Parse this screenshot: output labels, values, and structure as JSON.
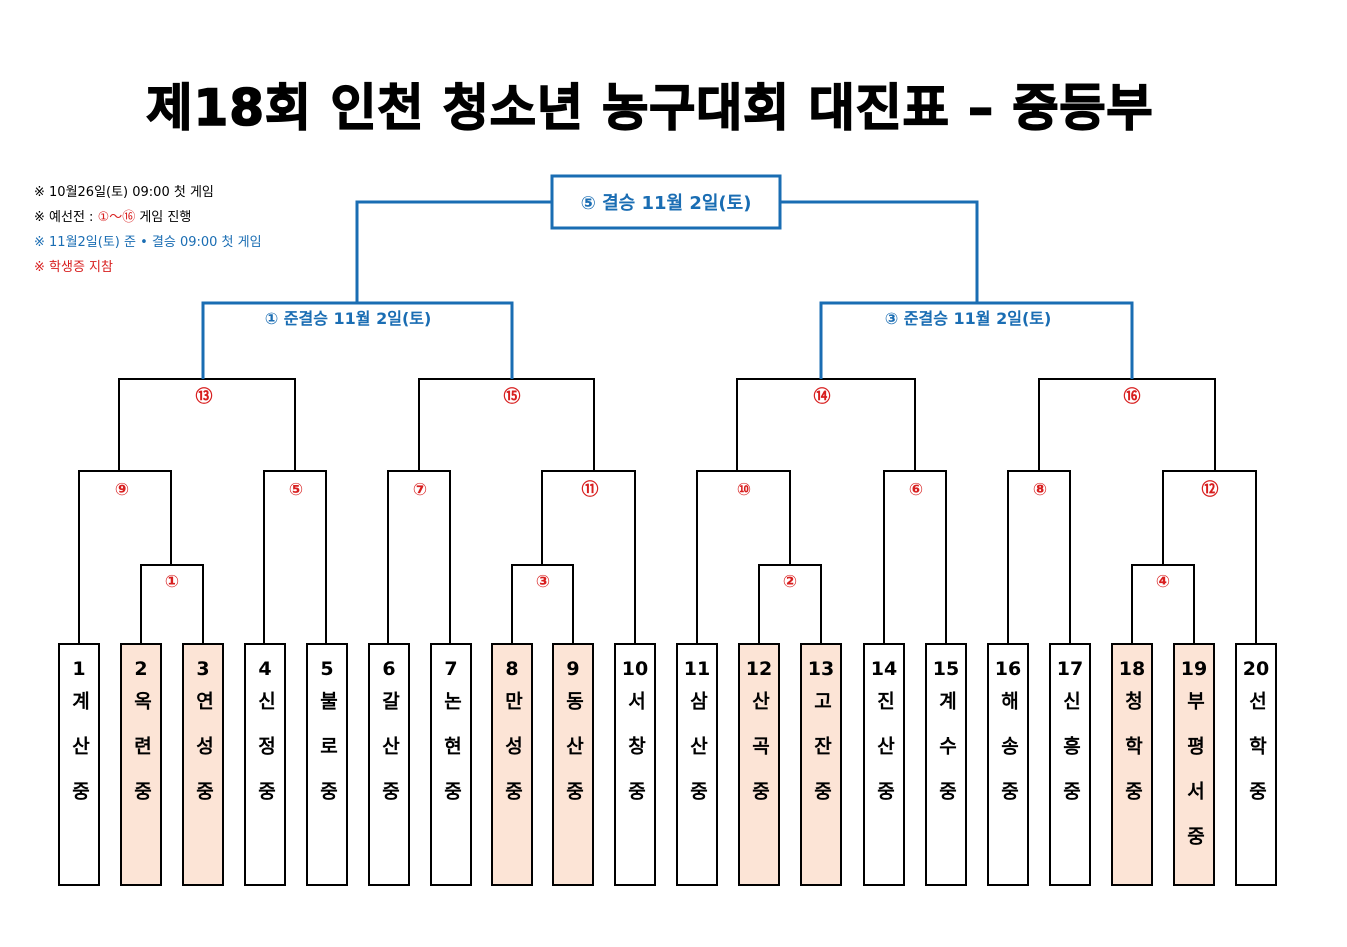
{
  "title": "제18회 인천 청소년 농구대회 대진표 – 중등부",
  "notes": [
    {
      "text": "※ 10월26일(토) 09:00 첫 게임",
      "color": "#000000"
    },
    {
      "text_before": "※ 예선전 : ",
      "text_red": "①～⑯",
      "text_after": " 게임 진행",
      "color": "#000000"
    },
    {
      "text": "※ 11월2일(토) 준 • 결승 09:00 첫 게임",
      "color": "#1a6db3"
    },
    {
      "text": "※ 학생증 지참",
      "color": "#d81f1f"
    }
  ],
  "final_label": "⑤ 결승  11월 2일(토)",
  "semifinal_left_label": "① 준결승 11월 2일(토)",
  "semifinal_right_label": "③ 준결승 11월 2일(토)",
  "games": {
    "g1": "①",
    "g2": "②",
    "g3": "③",
    "g4": "④",
    "g5": "⑤",
    "g6": "⑥",
    "g7": "⑦",
    "g8": "⑧",
    "g9": "⑨",
    "g10": "⑩",
    "g11": "⑪",
    "g12": "⑫",
    "g13": "⑬",
    "g14": "⑭",
    "g15": "⑮",
    "g16": "⑯"
  },
  "teams": [
    {
      "num": "1",
      "name": "계산중",
      "highlight": false
    },
    {
      "num": "2",
      "name": "옥련중",
      "highlight": true
    },
    {
      "num": "3",
      "name": "연성중",
      "highlight": true
    },
    {
      "num": "4",
      "name": "신정중",
      "highlight": false
    },
    {
      "num": "5",
      "name": "불로중",
      "highlight": false
    },
    {
      "num": "6",
      "name": "갈산중",
      "highlight": false
    },
    {
      "num": "7",
      "name": "논현중",
      "highlight": false
    },
    {
      "num": "8",
      "name": "만성중",
      "highlight": true
    },
    {
      "num": "9",
      "name": "동산중",
      "highlight": true
    },
    {
      "num": "10",
      "name": "서창중",
      "highlight": false
    },
    {
      "num": "11",
      "name": "삼산중",
      "highlight": false
    },
    {
      "num": "12",
      "name": "산곡중",
      "highlight": true
    },
    {
      "num": "13",
      "name": "고잔중",
      "highlight": true
    },
    {
      "num": "14",
      "name": "진산중",
      "highlight": false
    },
    {
      "num": "15",
      "name": "계수중",
      "highlight": false
    },
    {
      "num": "16",
      "name": "해송중",
      "highlight": false
    },
    {
      "num": "17",
      "name": "신흥중",
      "highlight": false
    },
    {
      "num": "18",
      "name": "청학중",
      "highlight": true
    },
    {
      "num": "19",
      "name": "부평서중",
      "highlight": true
    },
    {
      "num": "20",
      "name": "선학중",
      "highlight": false
    }
  ],
  "colors": {
    "blue": "#1a6db3",
    "red": "#d81f1f",
    "highlight": "#fce4d6"
  }
}
